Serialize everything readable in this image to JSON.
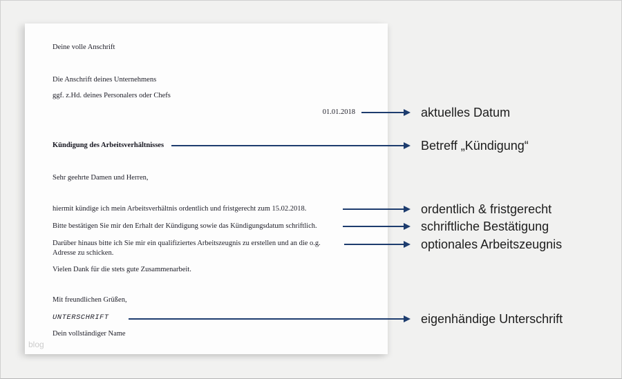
{
  "letter": {
    "sender": "Deine volle Anschrift",
    "recipient_line1": "Die Anschrift deines Unternehmens",
    "recipient_line2": "ggf. z.Hd. deines Personalers oder Chefs",
    "date": "01.01.2018",
    "subject": "Kündigung des Arbeitsverhältnisses",
    "salutation": "Sehr geehrte Damen und Herren,",
    "body_line1": "hiermit kündige ich mein Arbeitsverhältnis ordentlich und fristgerecht zum 15.02.2018.",
    "body_line2": "Bitte bestätigen Sie mir den Erhalt der Kündigung sowie das Kündigungsdatum schriftlich.",
    "body_line3": "Darüber hinaus bitte ich Sie mir ein qualifiziertes Arbeitszeugnis zu erstellen und an die o.g. Adresse zu schicken.",
    "thanks": "Vielen Dank für die stets gute Zusammenarbeit.",
    "closing": "Mit freundlichen Grüßen,",
    "signature_placeholder": "UNTERSCHRIFT",
    "name": "Dein vollständiger Name",
    "watermark": "blog"
  },
  "annotations": [
    {
      "label": "aktuelles Datum"
    },
    {
      "label": "Betreff „Kündigung“"
    },
    {
      "label": "ordentlich & fristgerecht"
    },
    {
      "label": "schriftliche Bestätigung"
    },
    {
      "label": "optionales Arbeitszeugnis"
    },
    {
      "label": "eigenhändige Unterschrift"
    }
  ],
  "colors": {
    "arrow": "#1d3c6e",
    "background": "#f1f1f0",
    "page": "#fdfdfd",
    "watermark_text": "#cccccc"
  }
}
